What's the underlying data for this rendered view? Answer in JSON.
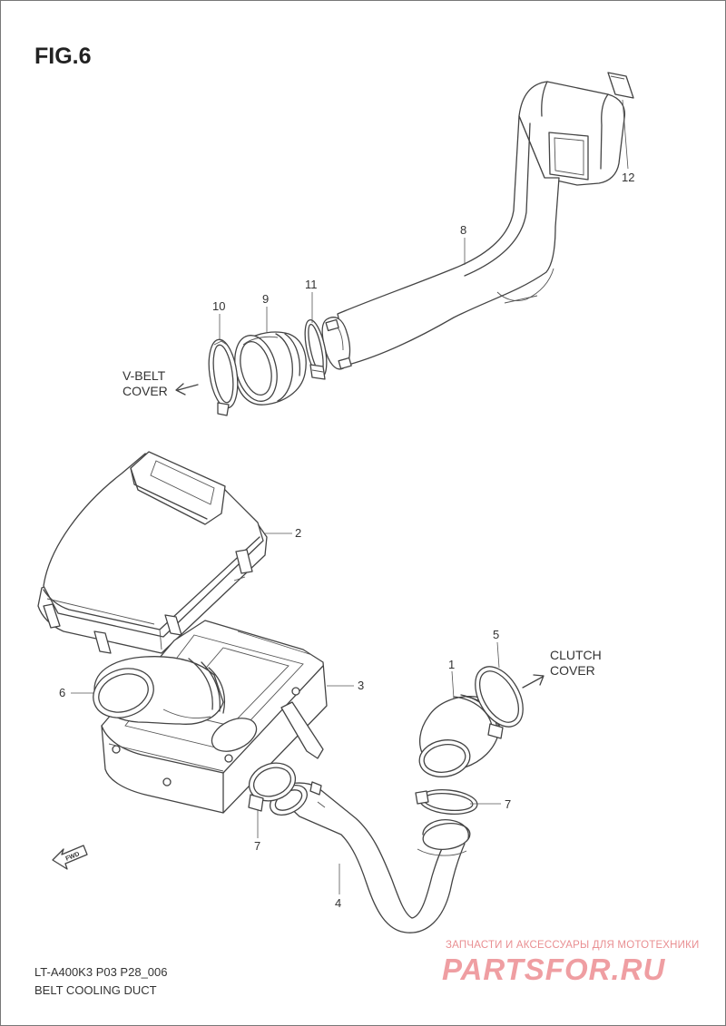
{
  "figure": {
    "title": "FIG.6"
  },
  "callouts": {
    "p1": "1",
    "p2": "2",
    "p3": "3",
    "p4": "4",
    "p5": "5",
    "p6": "6",
    "p7a": "7",
    "p7b": "7",
    "p8": "8",
    "p9": "9",
    "p10": "10",
    "p11": "11",
    "p12": "12"
  },
  "labels": {
    "vbelt_line1": "V-BELT",
    "vbelt_line2": "COVER",
    "clutch_line1": "CLUTCH",
    "clutch_line2": "COVER",
    "fwd": "FWD"
  },
  "footer": {
    "model": "LT-A400K3 P03 P28_006",
    "section": "BELT COOLING DUCT"
  },
  "watermark": {
    "tagline": "ЗАПЧАСТИ И АКСЕССУАРЫ ДЛЯ МОТОТЕХНИКИ",
    "logo": "PARTSFOR.RU"
  },
  "colors": {
    "line": "#444444",
    "watermark": "#ef9ea2"
  }
}
